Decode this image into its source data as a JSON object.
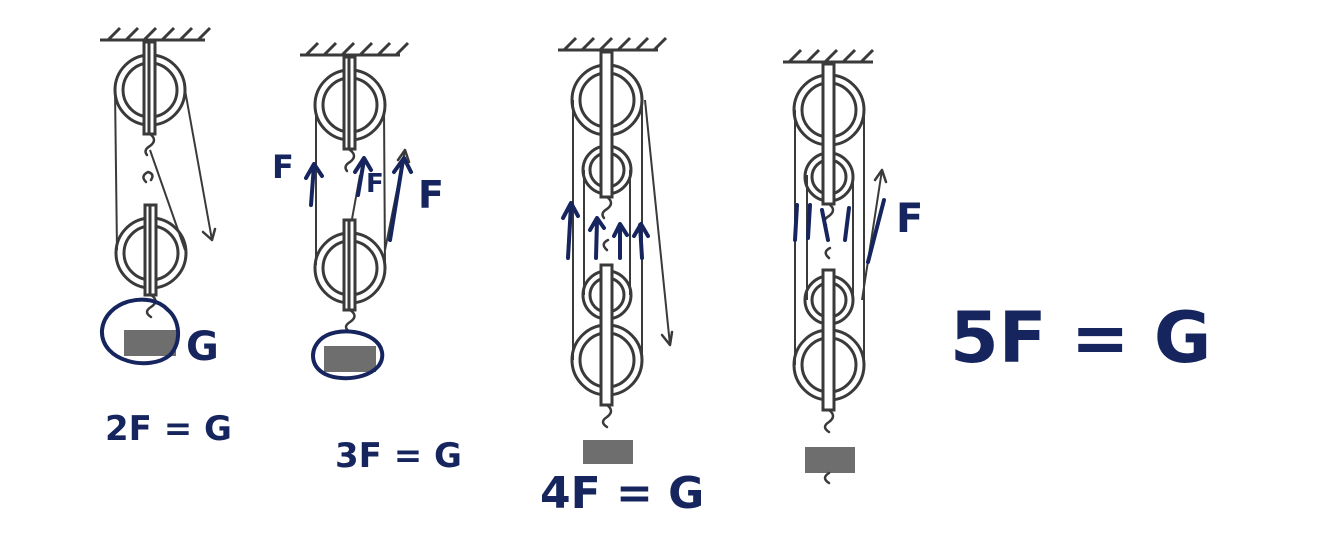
{
  "colors": {
    "ink": "#16255e",
    "mechanism": "#3a3a3a",
    "weight": "#6e6e6e",
    "background": "#ffffff"
  },
  "systems": [
    {
      "equation": "2F = G",
      "weight_label": "G",
      "pulleys_fixed": 1,
      "pulleys_moving": 1
    },
    {
      "equation": "3F = G",
      "force_labels": [
        "F",
        "F",
        "F"
      ],
      "pulleys_fixed": 1,
      "pulleys_moving": 1
    },
    {
      "equation": "4F = G",
      "pulleys_fixed": 2,
      "pulleys_moving": 2
    },
    {
      "equation": "5F = G",
      "force_labels": [
        "F"
      ],
      "pulleys_fixed": 2,
      "pulleys_moving": 2
    }
  ]
}
